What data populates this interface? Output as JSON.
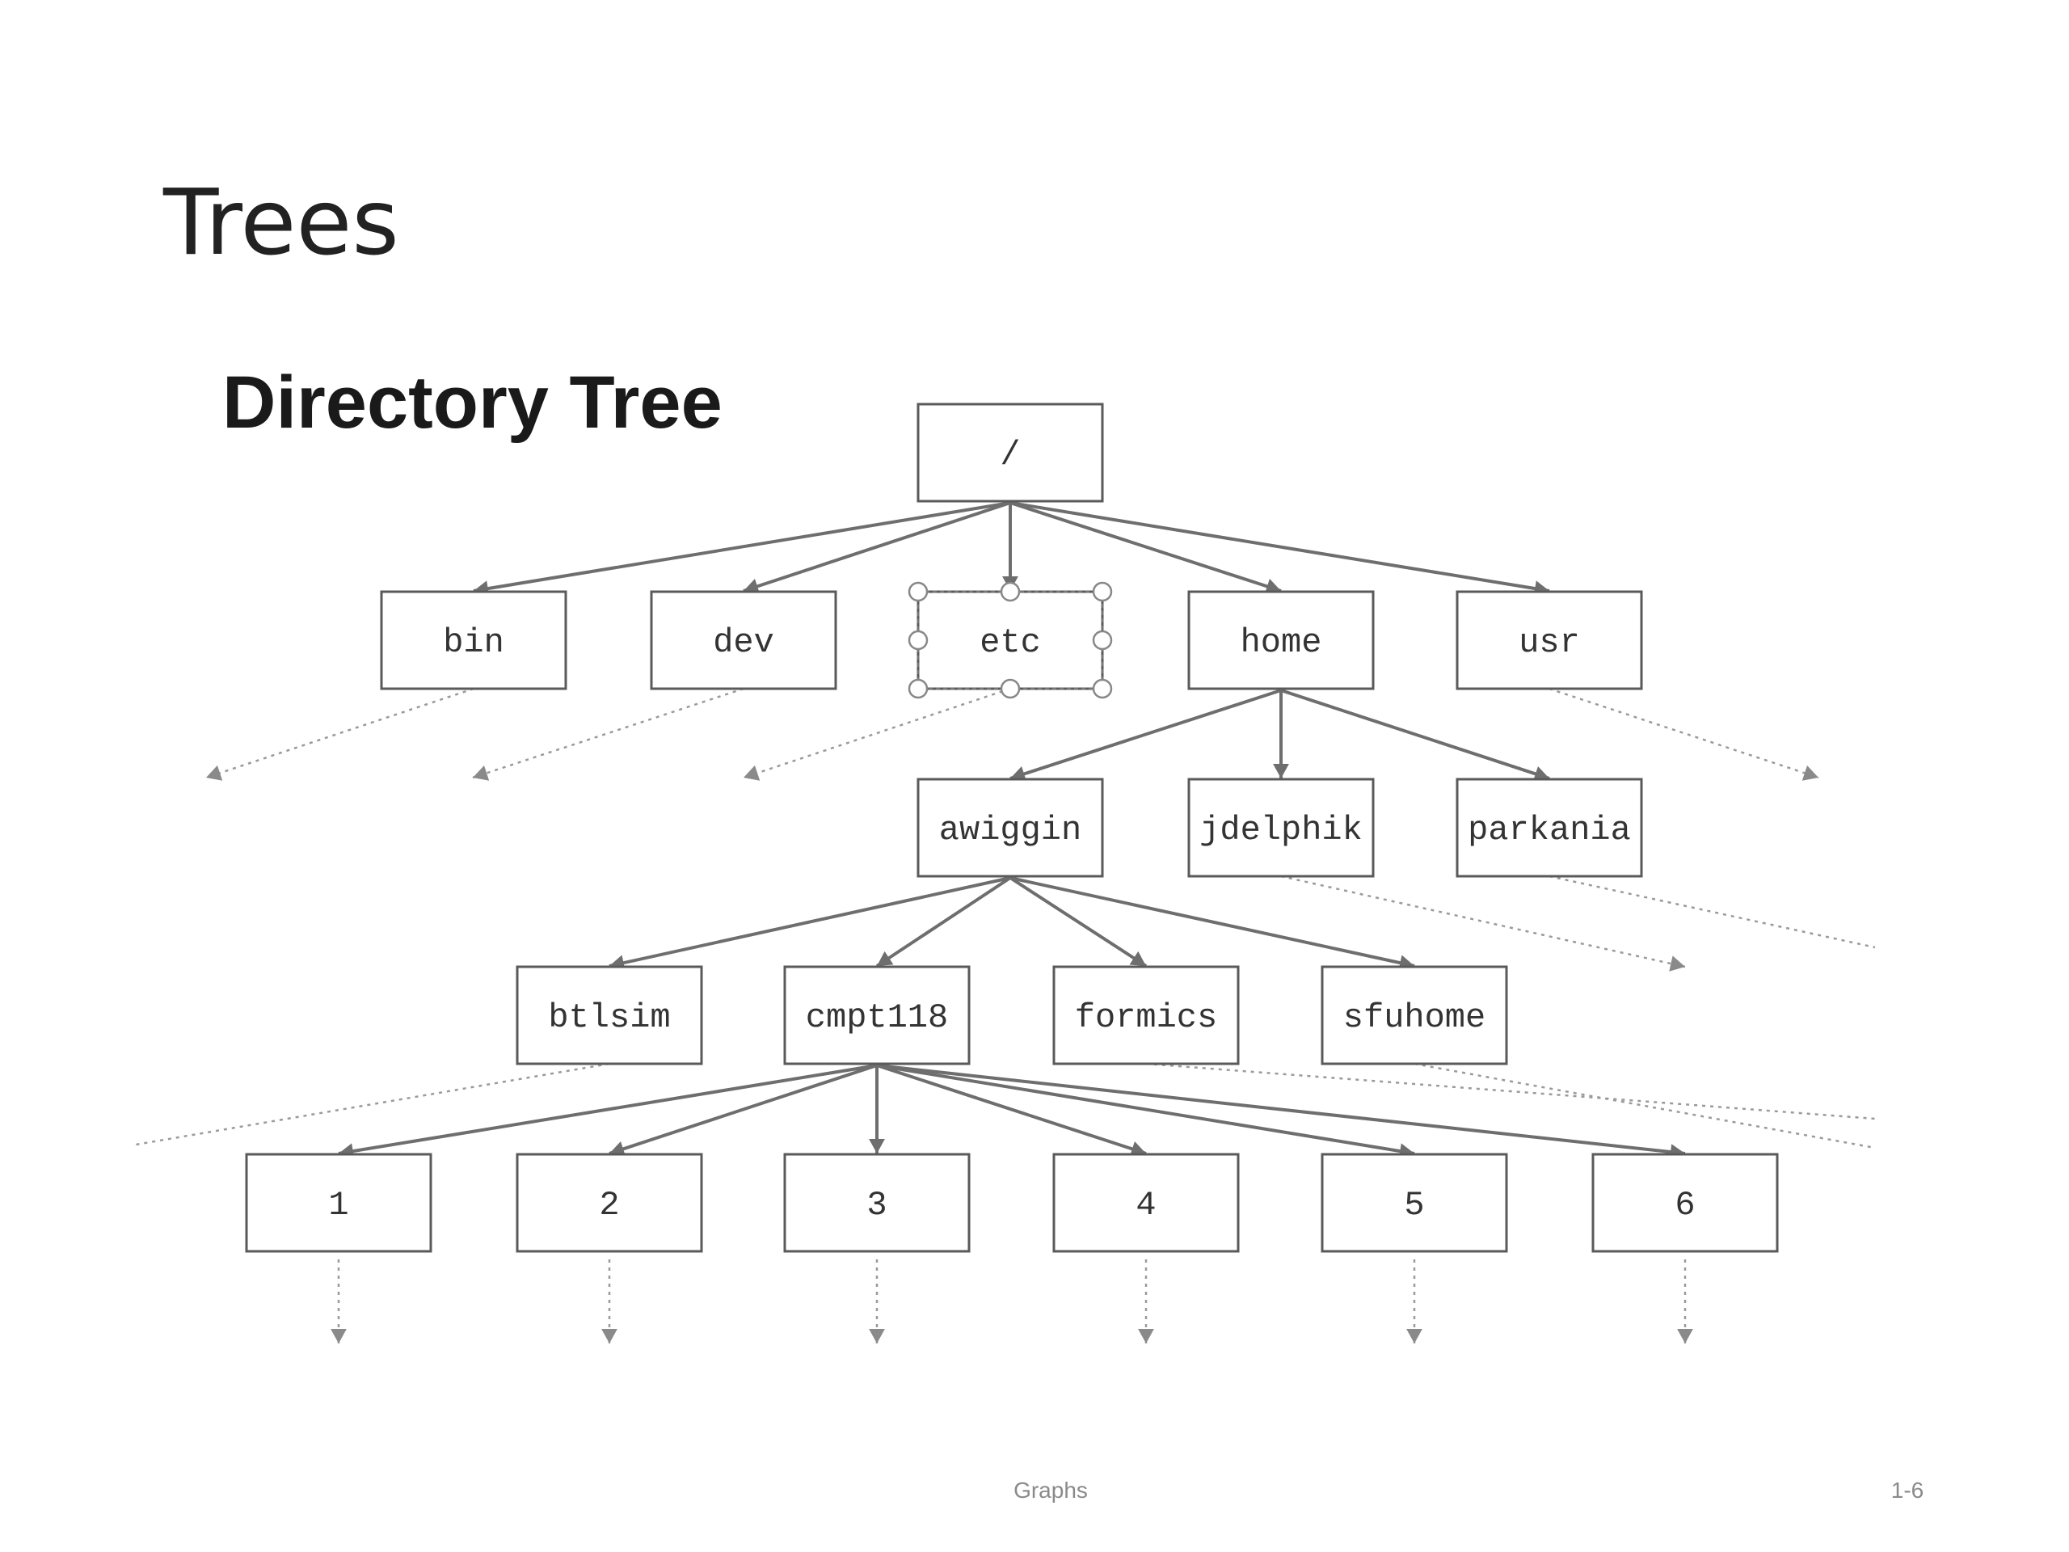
{
  "slide": {
    "title": "Trees",
    "subtitle": "Directory Tree",
    "footer_center": "Graphs",
    "footer_right": "1-6"
  },
  "tree": {
    "root": "/",
    "level1": [
      "bin",
      "dev",
      "etc",
      "home",
      "usr"
    ],
    "home_children": [
      "awiggin",
      "jdelphik",
      "parkania"
    ],
    "awiggin_children": [
      "btlsim",
      "cmpt118",
      "formics",
      "sfuhome"
    ],
    "cmpt118_children": [
      "1",
      "2",
      "3",
      "4",
      "5",
      "6"
    ],
    "selected_node": "etc"
  },
  "colors": {
    "box_stroke": "#5a5a5a",
    "edge": "#6e6e6e",
    "dotted": "#9a9a9a",
    "text": "#333333"
  }
}
